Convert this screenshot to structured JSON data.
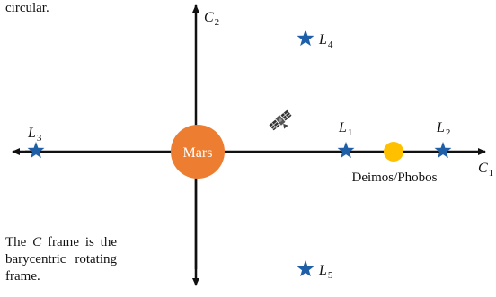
{
  "text": {
    "top_note": "circular.",
    "frame_note_pre": "The",
    "frame_note_sym": "C",
    "frame_note_post": "frame is the barycentric rotating frame."
  },
  "axes": {
    "c1": {
      "sym": "C",
      "sub": "1"
    },
    "c2": {
      "sym": "C",
      "sub": "2"
    }
  },
  "bodies": {
    "mars": {
      "label": "Mars",
      "color": "#ED7D31"
    },
    "moon": {
      "label": "Deimos/Phobos",
      "color": "#FFC000"
    }
  },
  "lagrange_points": [
    {
      "sym": "L",
      "sub": "1"
    },
    {
      "sym": "L",
      "sub": "2"
    },
    {
      "sym": "L",
      "sub": "3"
    },
    {
      "sym": "L",
      "sub": "4"
    },
    {
      "sym": "L",
      "sub": "5"
    }
  ],
  "colors": {
    "star": "#1F5FA8",
    "axis": "#111111"
  },
  "icons": {
    "spacecraft": "satellite-icon"
  }
}
